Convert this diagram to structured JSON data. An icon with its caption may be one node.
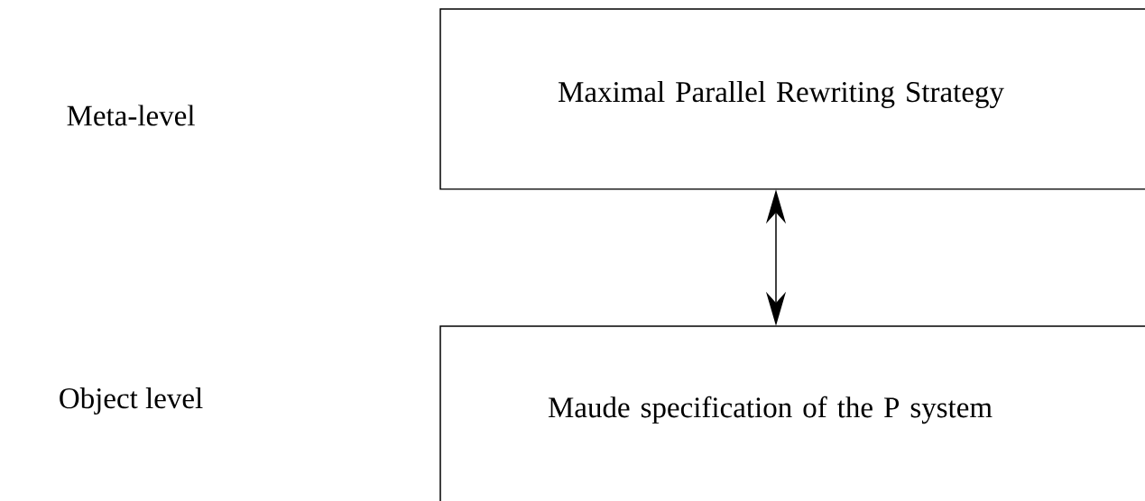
{
  "diagram": {
    "nodes": [
      {
        "text": [
          "Maximal Parallel Rewriting Strategy"
        ]
      },
      {
        "text": [
          "Maude specification of the P system"
        ]
      }
    ],
    "edges": [
      {
        "from": 0,
        "to": 1,
        "arrow": "both"
      }
    ],
    "labels": [
      "Meta-level",
      "Object level"
    ]
  }
}
